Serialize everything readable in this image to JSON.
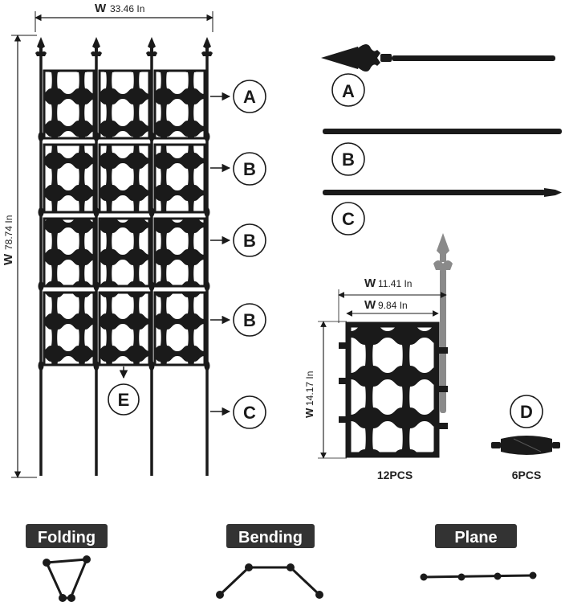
{
  "overall": {
    "width_unit_prefix": "W",
    "width_value": "33.46 In",
    "height_unit_prefix": "W",
    "height_value": "78.74 In"
  },
  "assembly_callouts": {
    "top": "A",
    "row2": "B",
    "row3": "B",
    "row4": "B",
    "bottom": "C",
    "connector": "E"
  },
  "parts": {
    "a_label": "A",
    "b_label": "B",
    "c_label": "C",
    "d_label": "D",
    "panel_count": "12PCS",
    "connector_count": "6PCS"
  },
  "panel": {
    "outer_prefix": "W",
    "outer_value": "11.41 In",
    "inner_prefix": "W",
    "inner_value": "9.84 In",
    "height_prefix": "W",
    "height_value": "14.17 In"
  },
  "modes": {
    "folding": "Folding",
    "bending": "Bending",
    "plane": "Plane"
  },
  "colors": {
    "ink": "#1a1a1a",
    "ghost_stake": "#8a8a8a",
    "tag_bg": "#333333"
  }
}
